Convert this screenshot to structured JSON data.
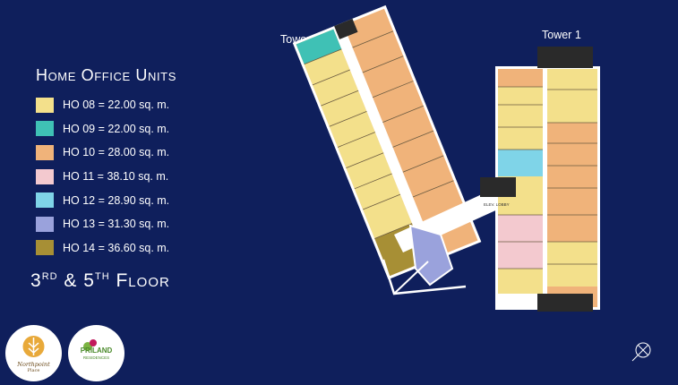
{
  "legend": {
    "title": "Home Office Units",
    "items": [
      {
        "label": "HO 08 = 22.00 sq. m.",
        "color": "#f3e08b"
      },
      {
        "label": "HO 09 = 22.00 sq. m.",
        "color": "#3fc1b5"
      },
      {
        "label": "HO 10 = 28.00 sq. m.",
        "color": "#f0b37a"
      },
      {
        "label": "HO 11 = 38.10 sq. m.",
        "color": "#f3c9cf"
      },
      {
        "label": "HO 12 = 28.90 sq. m.",
        "color": "#7fd4e8"
      },
      {
        "label": "HO 13 = 31.30 sq. m.",
        "color": "#9aa2dc"
      },
      {
        "label": "HO 14 = 36.60 sq. m.",
        "color": "#a78f35"
      }
    ]
  },
  "floor": {
    "num1": "3",
    "suf1": "RD",
    "amp": "&",
    "num2": "5",
    "suf2": "TH",
    "word": "Floor"
  },
  "towers": {
    "tower1": "Tower 1",
    "tower2": "Tower 2"
  },
  "plan": {
    "lobby_label": "ELEV. LOBBY"
  },
  "logos": {
    "northpoint": {
      "name": "Northpoint",
      "sub": "Place"
    },
    "priland": {
      "name": "PRILAND",
      "sub": "RESIDENCES"
    }
  }
}
